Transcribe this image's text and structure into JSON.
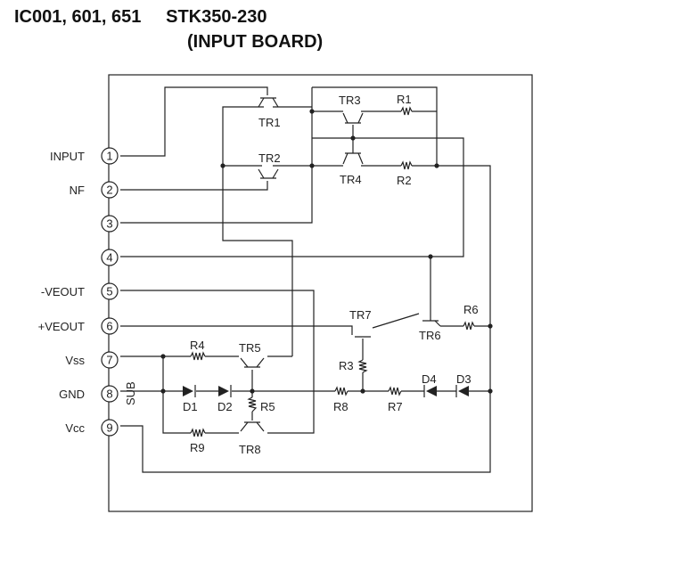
{
  "title": {
    "line1": "IC001, 601, 651     STK350-230",
    "line2": "(INPUT BOARD)"
  },
  "pins": [
    {
      "num": "1",
      "label": "INPUT"
    },
    {
      "num": "2",
      "label": "NF"
    },
    {
      "num": "3",
      "label": ""
    },
    {
      "num": "4",
      "label": ""
    },
    {
      "num": "5",
      "label": "-VEOUT"
    },
    {
      "num": "6",
      "label": "+VEOUT"
    },
    {
      "num": "7",
      "label": "Vss"
    },
    {
      "num": "8",
      "label": "GND"
    },
    {
      "num": "9",
      "label": "Vcc"
    }
  ],
  "sub_label": "SUB",
  "components": {
    "tr1": "TR1",
    "tr2": "TR2",
    "tr3": "TR3",
    "tr4": "TR4",
    "tr5": "TR5",
    "tr6": "TR6",
    "tr7": "TR7",
    "tr8": "TR8",
    "r1": "R1",
    "r2": "R2",
    "r3": "R3",
    "r4": "R4",
    "r5": "R5",
    "r6": "R6",
    "r7": "R7",
    "r8": "R8",
    "r9": "R9",
    "d1": "D1",
    "d2": "D2",
    "d3": "D3",
    "d4": "D4"
  }
}
